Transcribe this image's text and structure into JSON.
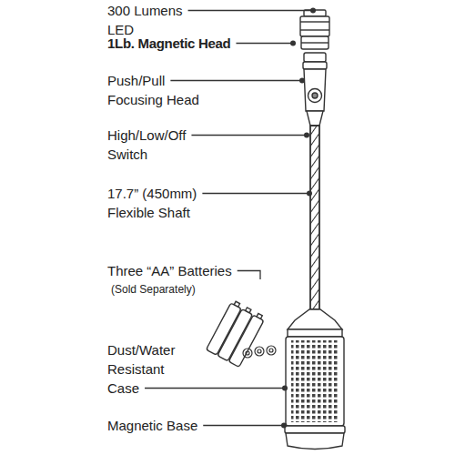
{
  "diagram": {
    "labels": [
      "300 Lumens LED",
      "1Lb. Magnetic Head",
      "Push/Pull Focusing Head",
      "High/Low/Off Switch",
      "17.7” (450mm) Flexible Shaft",
      "Three “AA” Batteries",
      "(Sold Separately)",
      "Dust/Water Resistant Case",
      "Magnetic Base"
    ]
  }
}
